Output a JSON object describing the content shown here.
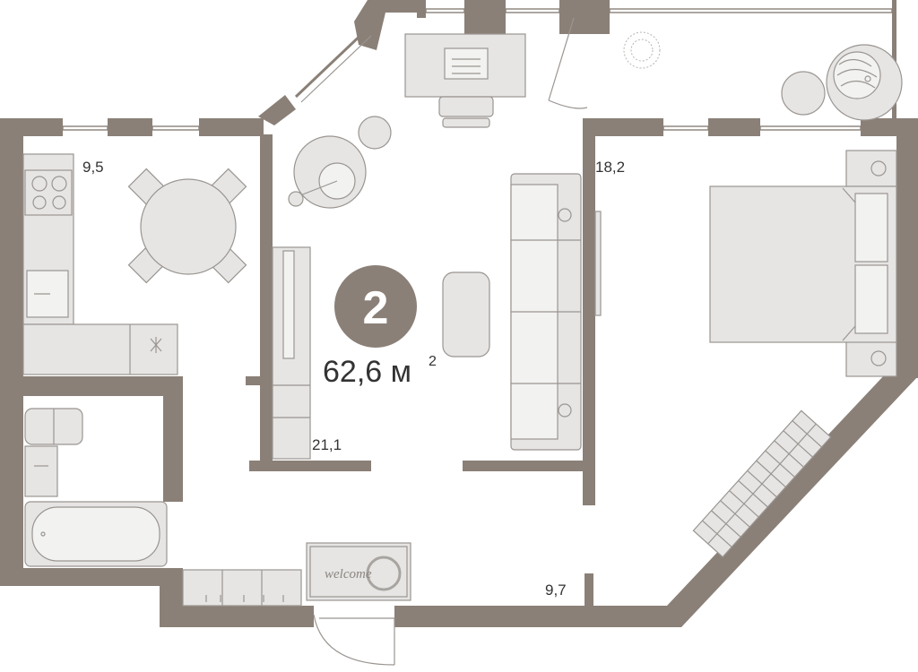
{
  "plan": {
    "room_count": "2",
    "total_area": "62,6 м",
    "total_area_sup": "2",
    "rooms": {
      "kitchen_area": "9,5",
      "living_area": "21,1",
      "bedroom_area": "18,2",
      "hall_area": "9,7"
    },
    "doormat_text": "welcome",
    "colors": {
      "walls": "#8a8077",
      "furniture_fill": "#e6e5e4",
      "furniture_stroke": "#9a9591",
      "badge": "#8a8077"
    }
  }
}
